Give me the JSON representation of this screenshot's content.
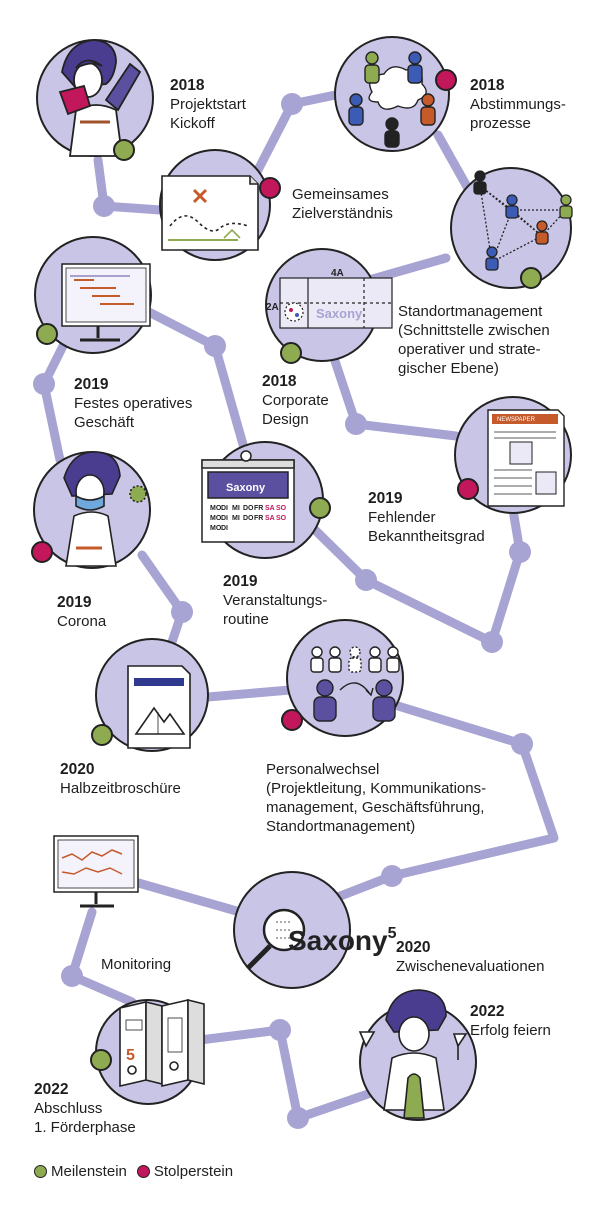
{
  "colors": {
    "path": "#a7a3d2",
    "circle": "#c9c5e6",
    "milestone": "#8fab52",
    "stumble": "#c2185b",
    "outline": "#222222",
    "accent_purple": "#5b4fa0"
  },
  "events": [
    {
      "id": "projektstart",
      "year": "2018",
      "lines": [
        "Projektstart",
        "Kickoff"
      ],
      "type": "milestone",
      "icon": "person-megaphone-icon"
    },
    {
      "id": "zielverstaendnis",
      "year": "",
      "lines": [
        "Gemeinsames",
        "Zielverständnis"
      ],
      "type": "stumble",
      "icon": "treasure-map-icon"
    },
    {
      "id": "abstimmung",
      "year": "2018",
      "lines": [
        "Abstimmungs-",
        "prozesse"
      ],
      "type": "stumble",
      "icon": "discussion-group-icon"
    },
    {
      "id": "standort",
      "year": "",
      "lines": [
        "Standortmanagement",
        "(Schnittstelle zwischen",
        "operativer und strate-",
        "gischer Ebene)"
      ],
      "type": "milestone",
      "icon": "network-people-icon"
    },
    {
      "id": "corporate",
      "year": "2018",
      "lines": [
        "Corporate",
        "Design"
      ],
      "type": "milestone",
      "icon": "layout-grid-icon"
    },
    {
      "id": "festes",
      "year": "2019",
      "lines": [
        "Festes operatives",
        "Geschäft"
      ],
      "type": "milestone",
      "icon": "gantt-monitor-icon"
    },
    {
      "id": "fehlender",
      "year": "2019",
      "lines": [
        "Fehlender",
        "Bekanntheitsgrad"
      ],
      "type": "stumble",
      "icon": "newspaper-icon"
    },
    {
      "id": "veranstaltung",
      "year": "2019",
      "lines": [
        "Veranstaltungs-",
        "routine"
      ],
      "type": "milestone",
      "icon": "calendar-icon"
    },
    {
      "id": "corona",
      "year": "2019",
      "lines": [
        "Corona"
      ],
      "type": "stumble",
      "icon": "masked-person-icon"
    },
    {
      "id": "personal",
      "year": "",
      "lines": [
        "Personalwechsel",
        "(Projektleitung, Kommunikations-",
        "management, Geschäftsführung,",
        "Standortmanagement)"
      ],
      "type": "stumble",
      "icon": "person-exchange-icon"
    },
    {
      "id": "halbzeit",
      "year": "2020",
      "lines": [
        "Halbzeitbroschüre"
      ],
      "type": "milestone",
      "icon": "brochure-icon"
    },
    {
      "id": "monitoring",
      "year": "",
      "lines": [
        "Monitoring"
      ],
      "type": "milestone",
      "icon": "line-chart-monitor-icon"
    },
    {
      "id": "zwischen",
      "year": "2020",
      "lines": [
        "Zwischenevaluationen"
      ],
      "type": "milestone",
      "icon": "magnifier-icon"
    },
    {
      "id": "abschluss",
      "year": "2022",
      "lines": [
        "Abschluss",
        "1. Förderphase"
      ],
      "type": "milestone",
      "icon": "binders-icon"
    },
    {
      "id": "erfolg",
      "year": "2022",
      "lines": [
        "Erfolg feiern"
      ],
      "type": "milestone",
      "icon": "celebrating-person-icon"
    }
  ],
  "brand": {
    "saxony_text": "Saxony",
    "saxony_sup": "5",
    "grid_top_label": "4A",
    "grid_left_label": "2A",
    "newspaper_label": "NEWSPAPER",
    "binder_number": "5"
  },
  "calendar": {
    "days": [
      "MO",
      "DI",
      "MI",
      "DO",
      "FR",
      "SA",
      "SO"
    ]
  },
  "legend": {
    "milestone": "Meilenstein",
    "stumble": "Stolperstein"
  }
}
